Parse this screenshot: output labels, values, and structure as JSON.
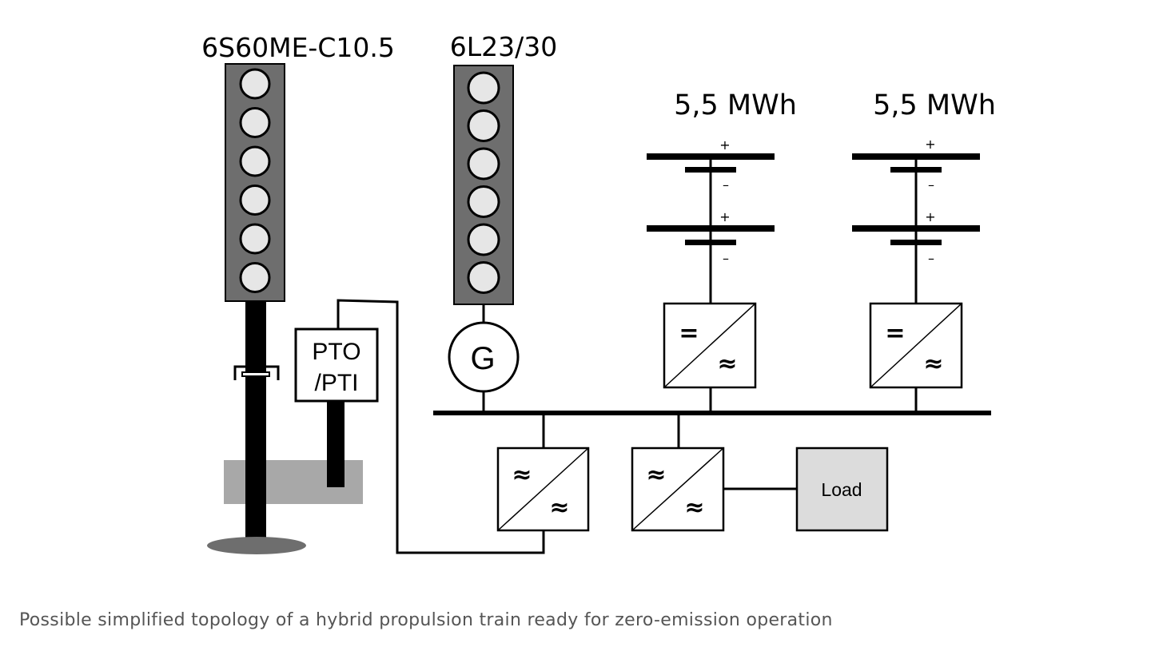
{
  "diagram": {
    "main_engine": {
      "label": "6S60ME-C10.5",
      "cylinders": 6
    },
    "aux_engine": {
      "label": "6L23/30",
      "cylinders": 6,
      "generator_label": "G"
    },
    "pto_pti": {
      "line1": "PTO",
      "line2": "/PTI"
    },
    "batteries": [
      {
        "label": "5,5 MWh",
        "plus": "+",
        "minus": "–",
        "converter_dc": "=",
        "converter_ac": "≈"
      },
      {
        "label": "5,5 MWh",
        "plus": "+",
        "minus": "–",
        "converter_dc": "=",
        "converter_ac": "≈"
      }
    ],
    "frequency_converters": [
      {
        "input": "≈",
        "output": "≈"
      },
      {
        "input": "≈",
        "output": "≈"
      }
    ],
    "load": {
      "label": "Load"
    },
    "colors": {
      "engine_block": "#6e6e6e",
      "cylinder_fill": "#e6e6e6",
      "hull": "#a8a8a8",
      "propeller": "#6e6e6e",
      "load_fill": "#dcdcdc",
      "line": "#000000"
    }
  },
  "caption": "Possible simplified topology of a hybrid propulsion train ready for zero-emission operation"
}
